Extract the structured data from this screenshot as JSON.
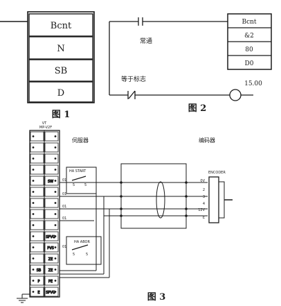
{
  "fig1": {
    "instruction_blocks": [
      "Bcnt",
      "N",
      "SB",
      "D"
    ],
    "caption": "图 1"
  },
  "fig2": {
    "contact_top_label": "常通",
    "contact_bottom_label": "等于标志",
    "instruction_blocks": [
      "Bcnt",
      "&2",
      "80",
      "D0"
    ],
    "coil_label": "15.00",
    "caption": "图 2"
  },
  "fig3": {
    "header_vt": "VT",
    "header_model": "MP-V2F",
    "left_column_labels": [
      "",
      "",
      "",
      "",
      "",
      "",
      "",
      "",
      "",
      "",
      "",
      "",
      "SB",
      "P",
      "E"
    ],
    "right_column_labels": [
      "",
      "",
      "",
      "",
      "SW",
      "",
      "",
      "",
      "",
      "SPVG",
      "PVS",
      "ZE",
      "ZE",
      "PE",
      "SPVG"
    ],
    "label_servo": "伺服器",
    "label_encoder": "编码器",
    "switch1_label": "HA START",
    "switch1_pins": [
      "5",
      "5"
    ],
    "switch2_label": "HA ABOR",
    "switch2_pins": [
      "5",
      "5"
    ],
    "encoder_model": "ENCODER",
    "encoder_pins": [
      "0V",
      "2",
      "3",
      "4",
      "12V",
      "E"
    ],
    "row_codes": [
      "01",
      "01",
      "01",
      "01",
      "01"
    ],
    "caption": "图 3"
  }
}
